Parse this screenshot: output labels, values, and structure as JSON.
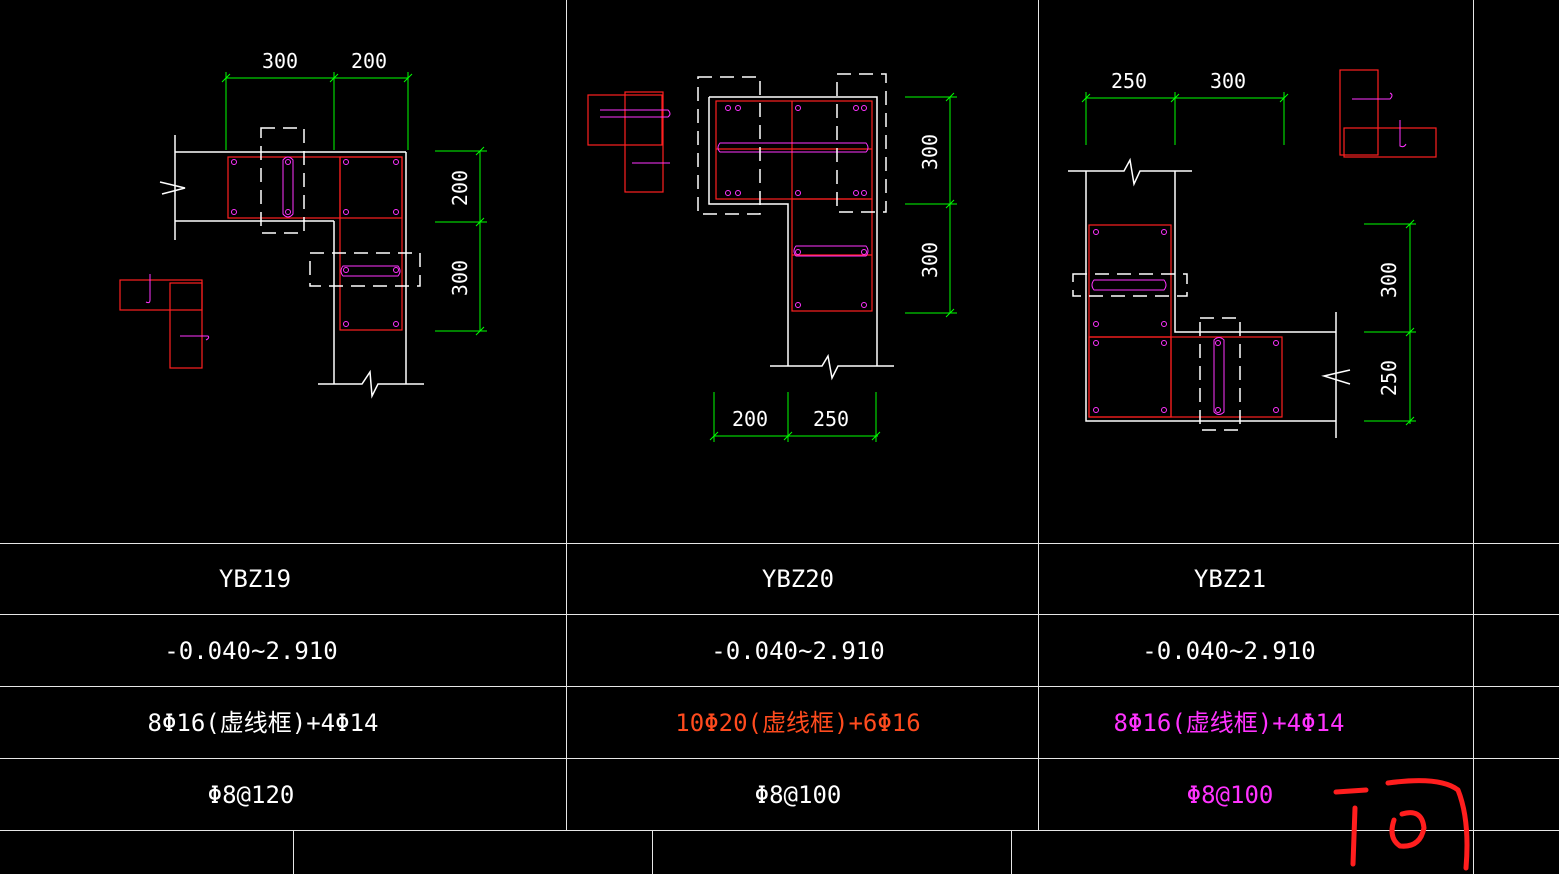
{
  "colors": {
    "background": "#000000",
    "grid": "#e6e6e6",
    "dimension": "#00ff00",
    "outline": "#ffffff",
    "rebar_frame": "#ff2020",
    "tie": "#ff33ff",
    "orange_text": "#ff4b1e",
    "magenta_text": "#ff33ff",
    "dashed": "#ffffff",
    "annotation": "#ff1e1e"
  },
  "columns": [
    {
      "name": "YBZ19",
      "elevation": "-0.040~2.910",
      "longitudinal": "8Φ16(虚线框)+4Φ14",
      "stirrup": "Φ8@120",
      "long_color": "#ffffff",
      "stir_color": "#ffffff",
      "dims": {
        "top_a": "300",
        "top_b": "200",
        "right_a": "200",
        "right_b": "300"
      }
    },
    {
      "name": "YBZ20",
      "elevation": "-0.040~2.910",
      "longitudinal": "10Φ20(虚线框)+6Φ16",
      "stirrup": "Φ8@100",
      "long_color": "#ff4b1e",
      "stir_color": "#ffffff",
      "dims": {
        "right_a": "300",
        "right_b": "300",
        "bottom_a": "200",
        "bottom_b": "250"
      }
    },
    {
      "name": "YBZ21",
      "elevation": "-0.040~2.910",
      "longitudinal": "8Φ16(虚线框)+4Φ14",
      "stirrup": "Φ8@100",
      "long_color": "#ff33ff",
      "stir_color": "#ff33ff",
      "dims": {
        "top_a": "250",
        "top_b": "300",
        "right_a": "300",
        "right_b": "250"
      }
    }
  ]
}
